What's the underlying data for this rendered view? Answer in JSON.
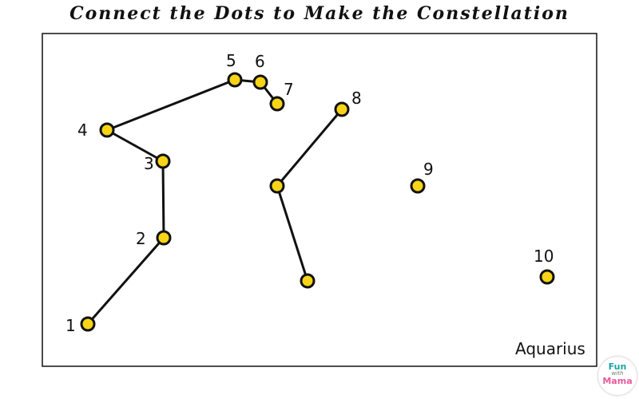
{
  "title": "Connect the Dots to Make the Constellation",
  "constellation_name": "Aquarius",
  "logo": {
    "line1": "Fun",
    "line2": "with",
    "line3": "Mama"
  },
  "dot_color": "#f7d417",
  "dot_outline": "#111111",
  "line_color": "#111111",
  "dots": [
    {
      "id": "d1",
      "label": "1"
    },
    {
      "id": "d2",
      "label": "2"
    },
    {
      "id": "d3",
      "label": "3"
    },
    {
      "id": "d4",
      "label": "4"
    },
    {
      "id": "d5",
      "label": "5"
    },
    {
      "id": "d6",
      "label": "6"
    },
    {
      "id": "d7",
      "label": "7"
    },
    {
      "id": "d8",
      "label": "8"
    },
    {
      "id": "d9",
      "label": "9"
    },
    {
      "id": "d10",
      "label": "10"
    },
    {
      "id": "dA",
      "label": ""
    },
    {
      "id": "dB",
      "label": ""
    }
  ],
  "segments": [
    [
      "d1",
      "d2"
    ],
    [
      "d2",
      "d3"
    ],
    [
      "d3",
      "d4"
    ],
    [
      "d4",
      "d5"
    ],
    [
      "d5",
      "d6"
    ],
    [
      "d6",
      "d7"
    ],
    [
      "d8",
      "dA"
    ],
    [
      "dA",
      "dB"
    ]
  ]
}
